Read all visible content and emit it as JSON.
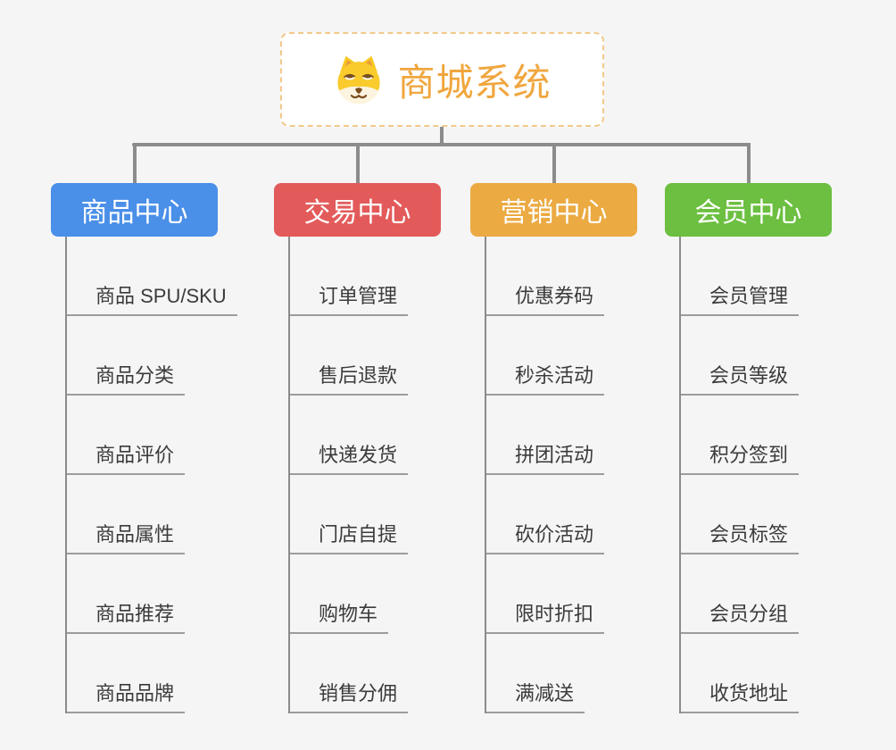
{
  "root": {
    "label": "商城系统",
    "icon": "doge-icon"
  },
  "branches": [
    {
      "label": "商品中心",
      "color": "#4a8fe8",
      "children": [
        "商品 SPU/SKU",
        "商品分类",
        "商品评价",
        "商品属性",
        "商品推荐",
        "商品品牌"
      ]
    },
    {
      "label": "交易中心",
      "color": "#e25b5a",
      "children": [
        "订单管理",
        "售后退款",
        "快递发货",
        "门店自提",
        "购物车",
        "销售分佣"
      ]
    },
    {
      "label": "营销中心",
      "color": "#ebaa42",
      "children": [
        "优惠券码",
        "秒杀活动",
        "拼团活动",
        "砍价活动",
        "限时折扣",
        "满减送"
      ]
    },
    {
      "label": "会员中心",
      "color": "#6cbf40",
      "children": [
        "会员管理",
        "会员等级",
        "积分签到",
        "会员标签",
        "会员分组",
        "收货地址"
      ]
    }
  ],
  "colors": {
    "page_bg": "#f5f5f5",
    "connector": "#8c8c8c",
    "column_line": "#8b8b8b",
    "underline": "#9c9c9c",
    "item_text": "#3b3b3b",
    "node_text": "#ffffff",
    "root_text": "#f0a63e",
    "root_border": "#f2c98a"
  }
}
